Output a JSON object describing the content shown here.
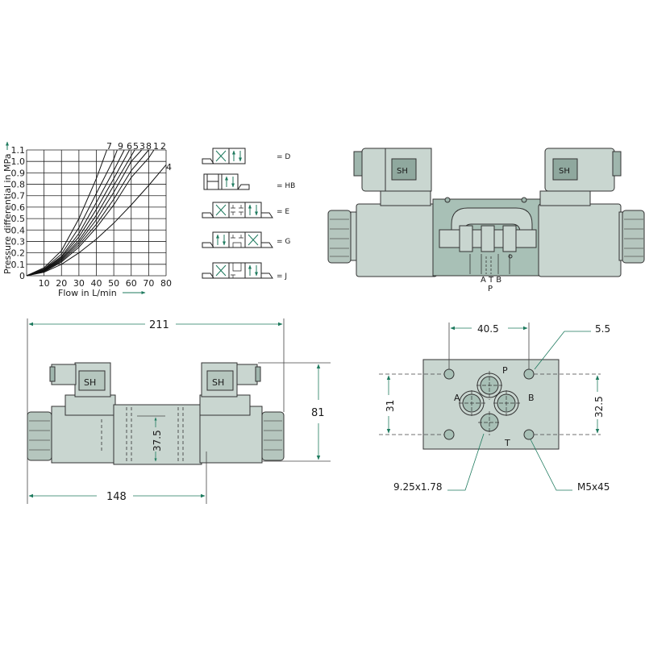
{
  "colors": {
    "body_fill": "#c9d6d0",
    "body_dark": "#9fb6ad",
    "section_fill": "#a8c0b6",
    "accent_green": "#1e7a5e",
    "line": "#2a2a2a",
    "label_box": "#7fa095"
  },
  "chart_data": {
    "type": "line",
    "title": "",
    "xlabel": "Flow in L/min",
    "ylabel": "Pressure differential in MPa",
    "xlim": [
      0,
      80
    ],
    "ylim": [
      0,
      1.1
    ],
    "x_ticks": [
      "10",
      "20",
      "30",
      "40",
      "50",
      "60",
      "70",
      "80"
    ],
    "y_ticks": [
      "0",
      "0.1",
      "0.2",
      "0.3",
      "0.4",
      "0.5",
      "0.6",
      "0.7",
      "0.8",
      "0.9",
      "1.0",
      "1.1"
    ],
    "grid": true,
    "series": [
      {
        "name": "7",
        "x": [
          0,
          10,
          20,
          30,
          40,
          46
        ],
        "values": [
          0,
          0.07,
          0.22,
          0.5,
          0.85,
          1.1
        ]
      },
      {
        "name": "9",
        "x": [
          0,
          10,
          20,
          30,
          40,
          50,
          52
        ],
        "values": [
          0,
          0.06,
          0.19,
          0.42,
          0.72,
          1.02,
          1.1
        ]
      },
      {
        "name": "6",
        "x": [
          0,
          10,
          20,
          30,
          40,
          50,
          56
        ],
        "values": [
          0,
          0.055,
          0.17,
          0.37,
          0.64,
          0.92,
          1.1
        ]
      },
      {
        "name": "5",
        "x": [
          0,
          10,
          20,
          30,
          40,
          50,
          59
        ],
        "values": [
          0,
          0.05,
          0.16,
          0.34,
          0.58,
          0.85,
          1.1
        ]
      },
      {
        "name": "3",
        "x": [
          0,
          10,
          20,
          30,
          40,
          50,
          62
        ],
        "values": [
          0,
          0.045,
          0.15,
          0.31,
          0.53,
          0.79,
          1.1
        ]
      },
      {
        "name": "8",
        "x": [
          0,
          10,
          20,
          30,
          40,
          50,
          60,
          66
        ],
        "values": [
          0,
          0.04,
          0.14,
          0.29,
          0.49,
          0.73,
          1.0,
          1.1
        ]
      },
      {
        "name": "1",
        "x": [
          0,
          10,
          20,
          30,
          40,
          50,
          60,
          70
        ],
        "values": [
          0,
          0.04,
          0.13,
          0.27,
          0.45,
          0.67,
          0.92,
          1.1
        ]
      },
      {
        "name": "2",
        "x": [
          0,
          10,
          20,
          30,
          40,
          50,
          60,
          70,
          73
        ],
        "values": [
          0,
          0.035,
          0.12,
          0.25,
          0.42,
          0.62,
          0.86,
          1.03,
          1.1
        ]
      },
      {
        "name": "4",
        "x": [
          0,
          10,
          20,
          30,
          40,
          50,
          60,
          70,
          80
        ],
        "values": [
          0,
          0.03,
          0.1,
          0.2,
          0.32,
          0.46,
          0.62,
          0.79,
          0.97
        ]
      }
    ],
    "curve_labels": [
      "7",
      "9",
      "6",
      "5",
      "3",
      "8",
      "1",
      "2",
      "4"
    ]
  },
  "legend_symbols": [
    {
      "code": "= D"
    },
    {
      "code": "= HB"
    },
    {
      "code": "= E"
    },
    {
      "code": "= G"
    },
    {
      "code": "= J"
    }
  ],
  "section_view": {
    "solenoid_left_label": "SH",
    "solenoid_right_label": "SH",
    "ports_top": "A T B",
    "port_bottom": "P"
  },
  "front_view": {
    "solenoid_left_label": "SH",
    "solenoid_right_label": "SH",
    "dim_total_width": "211",
    "dim_partial_width": "148",
    "dim_height": "81",
    "dim_center": "37.5"
  },
  "port_pattern": {
    "dim_bolt_spacing": "40.5",
    "dim_bolt_hole": "5.5",
    "dim_left_height": "31",
    "dim_right_height": "32.5",
    "port_p": "P",
    "port_a": "A",
    "port_b": "B",
    "port_t": "T",
    "oring_size": "9.25x1.78",
    "bolt_size": "M5x45"
  }
}
